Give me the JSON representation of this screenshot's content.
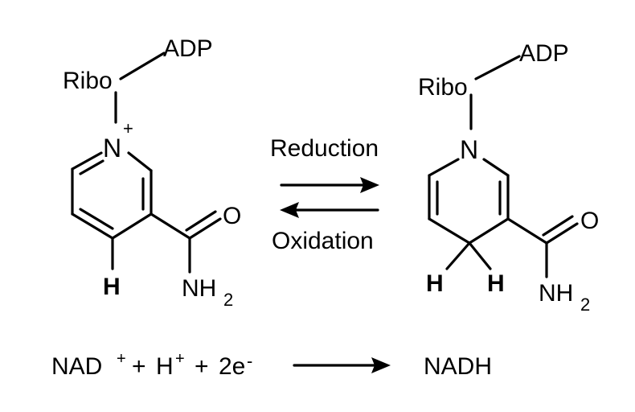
{
  "left_molecule": {
    "label_adp": "ADP",
    "label_ribo": "Ribo",
    "label_n": "N",
    "charge": "+",
    "label_o": "O",
    "label_nh": "NH",
    "label_sub2": "2",
    "label_h": "H"
  },
  "right_molecule": {
    "label_adp": "ADP",
    "label_ribo": "Ribo",
    "label_n": "N",
    "label_o": "O",
    "label_nh": "NH",
    "label_sub2": "2",
    "label_h1": "H",
    "label_h2": "H"
  },
  "equilibrium": {
    "forward_label": "Reduction",
    "reverse_label": "Oxidation"
  },
  "equation": {
    "nad": "NAD",
    "nad_charge": "+",
    "plus1": "+",
    "h": "H",
    "h_charge": "+",
    "plus2": "+",
    "electrons": "2e",
    "e_charge": "-",
    "product": "NADH"
  }
}
